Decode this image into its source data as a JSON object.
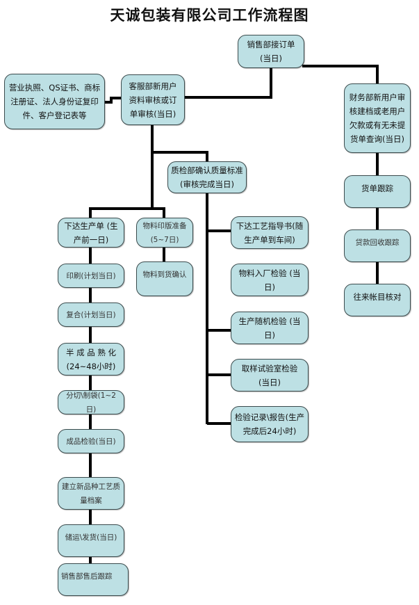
{
  "title": "天诚包装有限公司工作流程图",
  "nodes": {
    "sales_order": "销售部接订单\n(当日)",
    "documents": "营业执照、QS证书、商标\n注册证、法人身份证复印\n件、客户登记表等",
    "customer_service": "客服部新用户\n资料审核或订\n单审核(当日)",
    "finance": "财务部新用户审\n核建档或老用户\n欠款或有无未提\n货单查询(当日)",
    "qc_confirm": "质检部确认质量标准\n(审核完成当日)",
    "production_order": "下达生产单 (生\n产前一日)",
    "material_prep": "物料印版准备\n(5~7日)",
    "material_arrival": "物料到货确认",
    "printing": "印刷(计划当日)",
    "lamination": "复合(计划当日)",
    "curing": "半 成 品 熟 化\n(24~48小时)",
    "slitting": "分切\\制袋(1~2日)",
    "final_inspection": "成品检验(当日)",
    "archive": "建立新品种工艺质\n量档案",
    "shipping": "储运\\发货(当日)",
    "after_sales": "销售部售后跟踪",
    "process_instruction": "下达工艺指导书(随\n生产单到车间)",
    "material_inspection": "物料入厂检验 (当\n日)",
    "random_inspection": "生产随机检验 (当\n日)",
    "lab_test": "取样试验室检验\n(当日)",
    "inspection_report": "检验记录\\报告(生产\n完成后24小时)",
    "order_tracking": "货单跟踪",
    "payment_tracking": "贷款回收跟踪",
    "account_reconcile": "往来帐目核对"
  },
  "colors": {
    "node_fill": "#bde0e4",
    "node_border": "#3a4a4c",
    "connector": "#000000"
  }
}
